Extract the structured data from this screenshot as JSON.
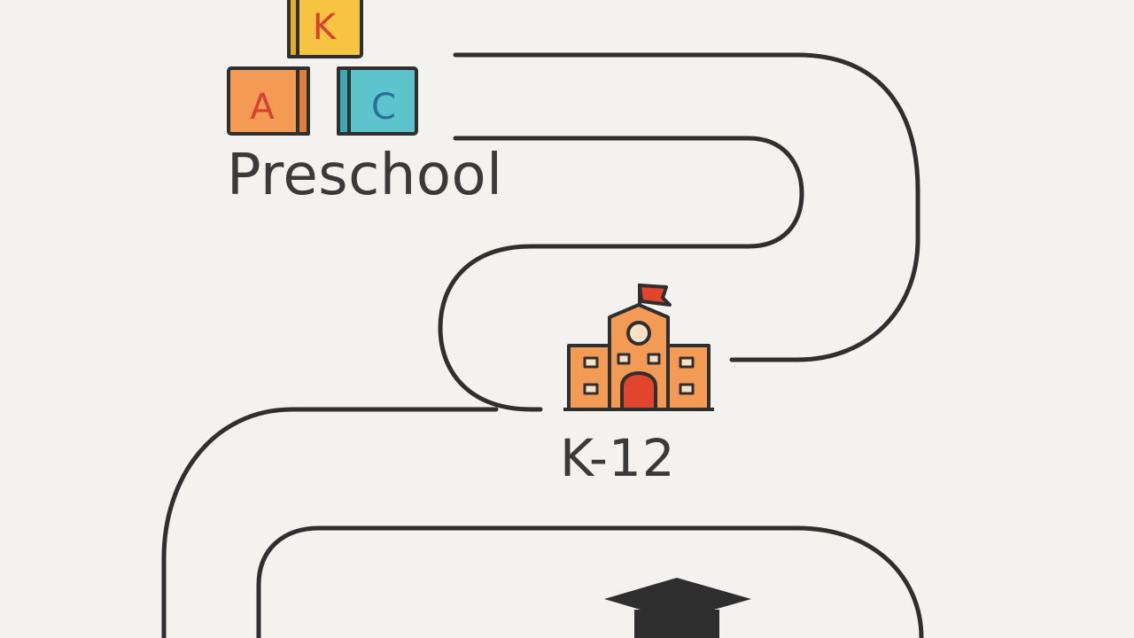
{
  "stages": [
    {
      "label": "Preschool",
      "icon": "abc-blocks-icon"
    },
    {
      "label": "K-12",
      "icon": "school-building-icon"
    },
    {
      "label": "",
      "icon": "graduation-cap-icon"
    }
  ],
  "blocks": {
    "top_letter": "K",
    "left_letter": "A",
    "right_letter": "C"
  },
  "colors": {
    "background": "#f4f2ee",
    "path": "#2f2f2f",
    "block_yellow": "#f6c440",
    "block_orange": "#f39a55",
    "block_teal": "#5cc4cc",
    "letter_red": "#d8412f",
    "letter_blue": "#2a6f9a",
    "school_orange": "#f39a55",
    "door_red": "#e2452e",
    "cap_dark": "#2e2e2e"
  }
}
